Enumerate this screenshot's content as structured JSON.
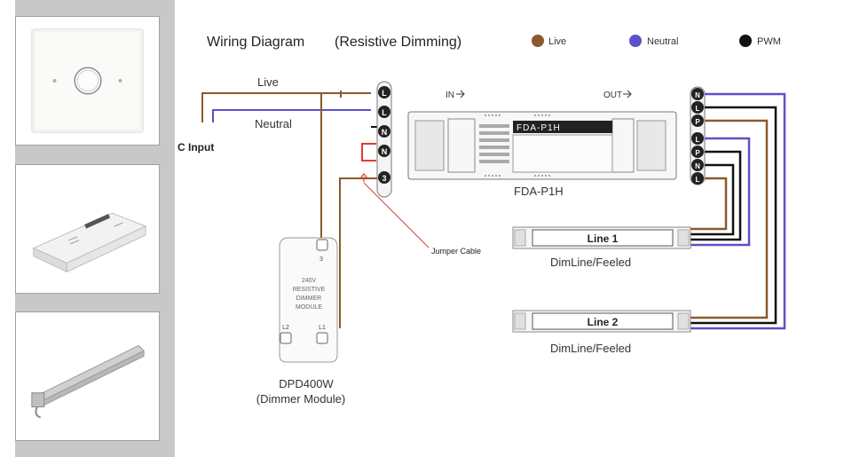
{
  "diagram": {
    "title": "Wiring Diagram",
    "subtitle": "(Resistive Dimming)",
    "legend": [
      {
        "label": "Live",
        "color": "#8a5a2c"
      },
      {
        "label": "Neutral",
        "color": "#5a52c8"
      },
      {
        "label": "PWM",
        "color": "#111111"
      }
    ],
    "wire_labels": {
      "live": "Live",
      "neutral": "Neutral",
      "ac_input": "C Input",
      "jumper": "Jumper Cable"
    },
    "driver": {
      "name": "FDA-P1H",
      "screen_text": "FDA-P1H",
      "in_label": "IN",
      "out_label": "OUT"
    },
    "input_terminals": [
      "L",
      "L",
      "N",
      "N",
      "3"
    ],
    "output_terminals": [
      "N",
      "L",
      "P",
      "L",
      "P",
      "N",
      "L"
    ],
    "lines": [
      {
        "label": "Line 1",
        "caption": "DimLine/Feeled"
      },
      {
        "label": "Line 2",
        "caption": "DimLine/Feeled"
      }
    ],
    "dimmer": {
      "print_lines": [
        "240V",
        "RESISTIVE",
        "DIMMER",
        "MODULE"
      ],
      "terminal_top": "3",
      "terminal_l2": "L2",
      "terminal_l1": "L1",
      "name": "DPD400W",
      "caption": "(Dimmer Module)"
    }
  },
  "colors": {
    "live": "#8a5a2c",
    "neutral": "#5a52c8",
    "pwm": "#111111",
    "jumper": "#e23a2e",
    "sidebar": "#c8c8c8"
  }
}
